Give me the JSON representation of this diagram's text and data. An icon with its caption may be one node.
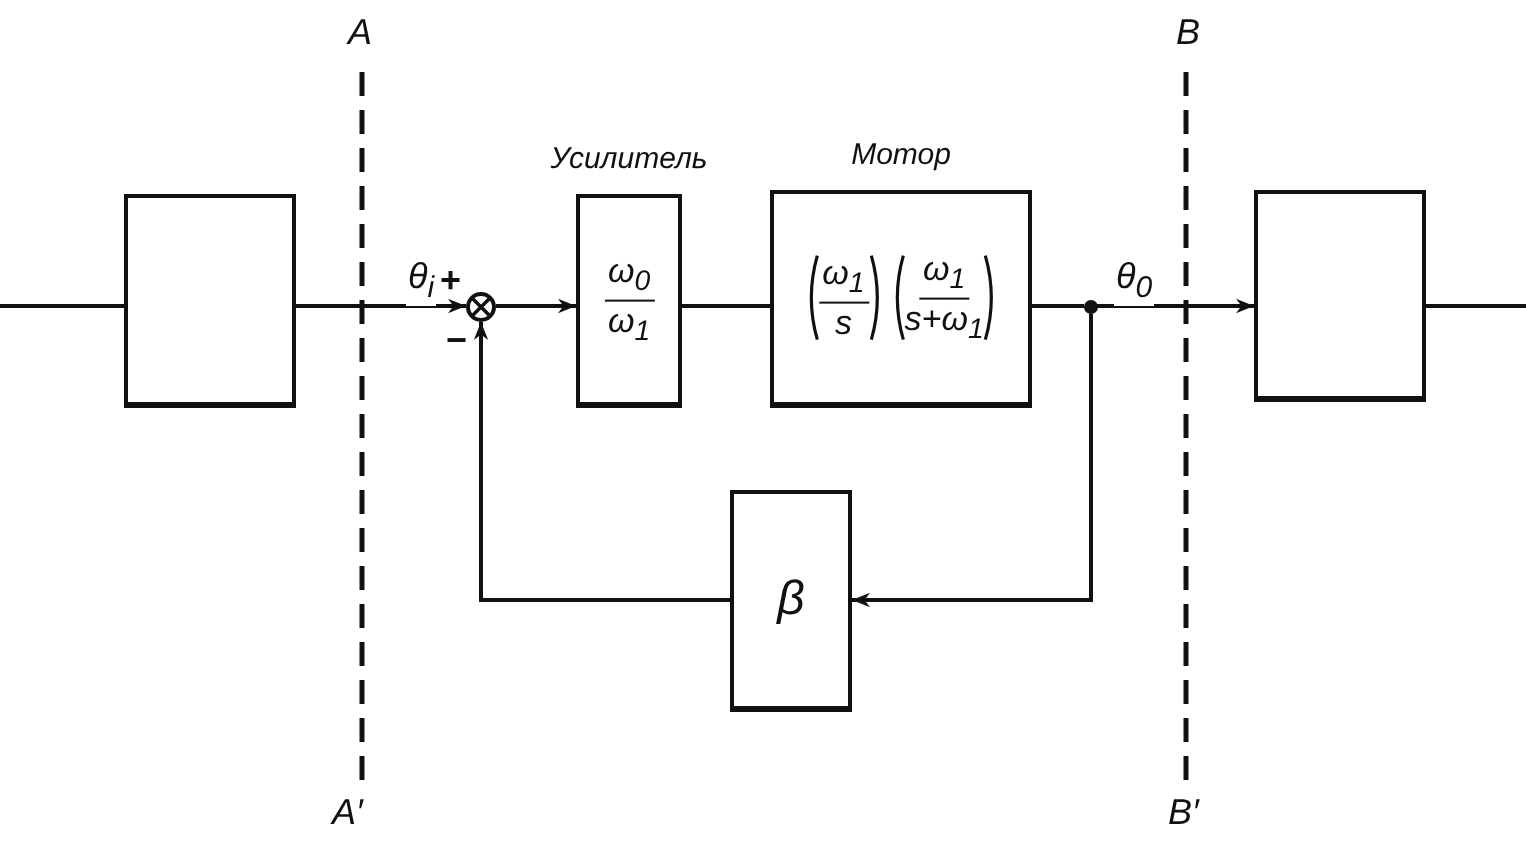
{
  "diagram": {
    "nodes": [
      {
        "text": [],
        "shape": "box"
      },
      {
        "text": [],
        "shape": "circle"
      },
      {
        "text": [
          "Усилитель",
          "ω$_{0}$",
          "ω$_{1}$"
        ]
      },
      {
        "text": [
          "Мотор",
          "ω$_{1}$",
          "s",
          "ω$_{1}$",
          "s+ω$_{1}$"
        ]
      },
      {
        "text": [],
        "shape": "circle"
      },
      {
        "text": [],
        "shape": "box"
      },
      {
        "text": [
          "β"
        ]
      }
    ],
    "edges": [
      {
        "from": null,
        "to": 0,
        "arrow": "none"
      },
      {
        "from": 0,
        "to": 1,
        "arrow": "to",
        "label": "θ$_{i}$"
      },
      {
        "from": 1,
        "to": 2,
        "arrow": "to"
      },
      {
        "from": 2,
        "to": 3,
        "arrow": "none"
      },
      {
        "from": 3,
        "to": 4,
        "arrow": "none"
      },
      {
        "from": 4,
        "to": 5,
        "arrow": "to",
        "label": "θ$_{0}$"
      },
      {
        "from": 5,
        "to": null,
        "arrow": "none"
      },
      {
        "from": 4,
        "to": 6,
        "arrow": "to"
      },
      {
        "from": 6,
        "to": 1,
        "arrow": "to"
      }
    ],
    "labels": [
      "A",
      "B",
      "+",
      "−",
      "A′",
      "B′"
    ]
  }
}
